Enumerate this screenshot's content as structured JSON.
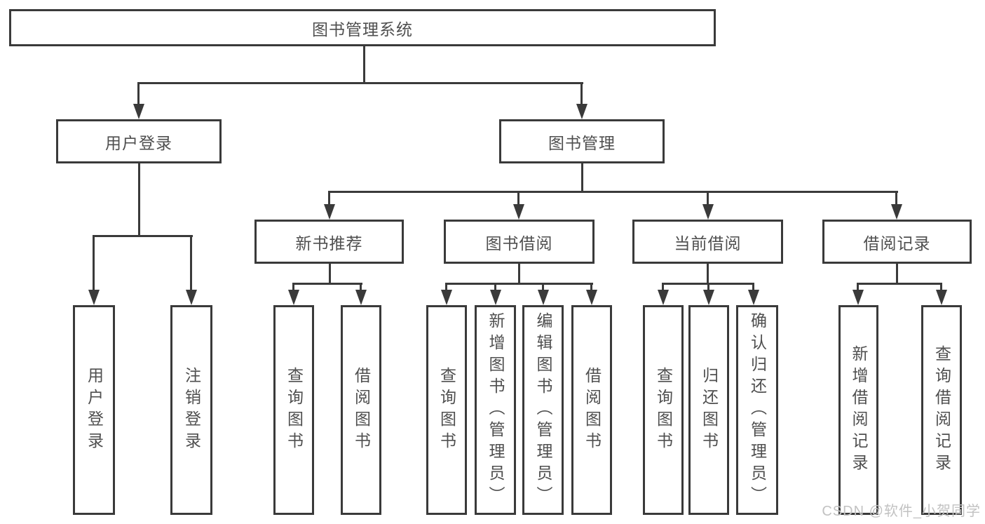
{
  "colors": {
    "line": "#3a3a3a",
    "box_border": "#3a3a3a",
    "text": "#4f4f4f",
    "watermark": "#c2c2c2",
    "background": "#ffffff"
  },
  "diagram": {
    "root": {
      "label": "图书管理系统"
    },
    "level1": [
      {
        "label": "用户登录"
      },
      {
        "label": "图书管理"
      }
    ],
    "level2": [
      {
        "label": "新书推荐"
      },
      {
        "label": "图书借阅"
      },
      {
        "label": "当前借阅"
      },
      {
        "label": "借阅记录"
      }
    ],
    "leaves": {
      "user_login": [
        {
          "label": "用户登录"
        },
        {
          "label": "注销登录"
        }
      ],
      "new_book": [
        {
          "label": "查询图书"
        },
        {
          "label": "借阅图书"
        }
      ],
      "book_borrow": [
        {
          "label": "查询图书"
        },
        {
          "label": "新增图书（管理员）"
        },
        {
          "label": "编辑图书（管理员）"
        },
        {
          "label": "借阅图书"
        }
      ],
      "current_borrow": [
        {
          "label": "查询图书"
        },
        {
          "label": "归还图书"
        },
        {
          "label": "确认归还（管理员）"
        }
      ],
      "borrow_records": [
        {
          "label": "新增借阅记录"
        },
        {
          "label": "查询借阅记录"
        }
      ]
    }
  },
  "watermark": {
    "text": "CSDN @软件_小贺同学"
  }
}
